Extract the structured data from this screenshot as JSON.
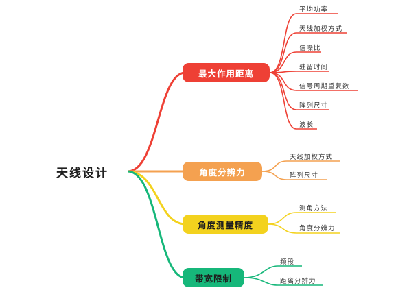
{
  "root": "天线设计",
  "branches": [
    {
      "label": "最大作用距离",
      "color": "#ee4035",
      "leaves": [
        "平均功率",
        "天线加权方式",
        "信噪比",
        "驻留时间",
        "信号周期重复数",
        "阵列尺寸",
        "波长"
      ]
    },
    {
      "label": "角度分辨力",
      "color": "#f4a150",
      "leaves": [
        "天线加权方式",
        "阵列尺寸"
      ]
    },
    {
      "label": "角度测量精度",
      "color": "#f3d21e",
      "leaves": [
        "测角方法",
        "角度分辨力"
      ]
    },
    {
      "label": "带宽限制",
      "color": "#16b77a",
      "leaves": [
        "频段",
        "距离分辨力"
      ]
    }
  ]
}
